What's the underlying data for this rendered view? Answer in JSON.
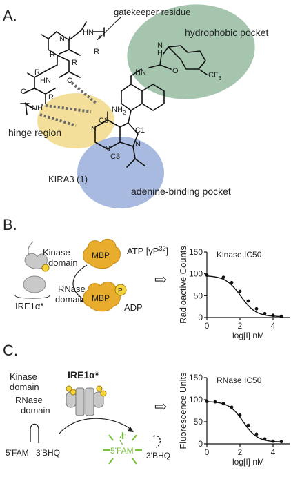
{
  "panel_a": {
    "label": "A.",
    "gatekeeper": "gatekeeper residue",
    "hydrophobic": "hydrophobic pocket",
    "hinge": "hinge region",
    "compound": "KIRA3 (1)",
    "adenine": "adenine-binding pocket",
    "atoms": {
      "hn_top": "HN",
      "r1": "R",
      "r2": "R",
      "nh_top": "NH",
      "r3": "R",
      "o1": "O",
      "hn_mid": "HN",
      "r4": "R",
      "r5": "R",
      "o2": "O",
      "nh_left": "NH",
      "nh2": "NH",
      "nh2_sub": "2",
      "c8": "C8",
      "c1": "C1",
      "c3": "C3",
      "n_ring1": "N",
      "n_ring2": "N",
      "n_ring3": "N",
      "amide_hn": "HN",
      "amide_nh": "N",
      "amide_h": "H",
      "amide_o": "O",
      "cf3": "CF",
      "cf3_sub": "3"
    },
    "colors": {
      "hydrophobic": "#8fb79b",
      "hinge": "#f2dc8e",
      "adenine": "#9fb2db"
    }
  },
  "panel_b": {
    "label": "B.",
    "kinase_domain": [
      "Kinase",
      "domain"
    ],
    "rnase_domain": [
      "RNase",
      "domain"
    ],
    "ire": "IRE1α*",
    "mbp": "MBP",
    "atp_prefix": "ATP [γP",
    "atp_sup": "32",
    "atp_suffix": "]",
    "adp": "ADP",
    "p": "P",
    "arrow_glyph": "⇨",
    "colors": {
      "mbp": "#e9ad2e",
      "phospho": "#f5d33a",
      "protein": "#c9c9c9"
    }
  },
  "panel_c": {
    "label": "C.",
    "kinase_domain": [
      "Kinase",
      "domain"
    ],
    "rnase_domain": [
      "RNase",
      "domain"
    ],
    "ire": "IRE1α*",
    "fam_left": "5'FAM",
    "bhq_left": "3'BHQ",
    "fam_center": "5'FAM",
    "bhq_right": "3'BHQ",
    "arrow_glyph": "⇨",
    "colors": {
      "fam": "#7bc043",
      "protein": "#c9c9c9",
      "phospho": "#f5d33a"
    }
  },
  "chart_data": [
    {
      "type": "line",
      "title": "Kinase IC50",
      "xlabel": "log[I] nM",
      "ylabel": "Radioactive Counts",
      "xlim": [
        0,
        5
      ],
      "ylim": [
        0,
        150
      ],
      "xticks": [
        "0",
        "2",
        "4"
      ],
      "xtick_values": [
        0,
        2,
        4
      ],
      "yticks": [
        "0",
        "50",
        "100",
        "150"
      ],
      "ytick_values": [
        0,
        50,
        100,
        150
      ],
      "points": {
        "x": [
          0,
          1,
          1.5,
          2,
          2.5,
          3,
          3.5,
          4,
          4.5
        ],
        "y": [
          97,
          92,
          80,
          60,
          38,
          20,
          9,
          5,
          3
        ]
      },
      "fit": {
        "top": 96,
        "bottom": 2,
        "log_ic50": 2.05,
        "hill": 0.95
      }
    },
    {
      "type": "line",
      "title": "RNase IC50",
      "xlabel": "log[I] nM",
      "ylabel": "Fluorescence Units",
      "xlim": [
        0,
        5
      ],
      "ylim": [
        0,
        150
      ],
      "xticks": [
        "0",
        "2",
        "4"
      ],
      "xtick_values": [
        0,
        2,
        4
      ],
      "yticks": [
        "0",
        "50",
        "100",
        "150"
      ],
      "ytick_values": [
        0,
        50,
        100,
        150
      ],
      "points": {
        "x": [
          0,
          0.5,
          1,
          1.5,
          2,
          2.5,
          3,
          3.5,
          4,
          4.5
        ],
        "y": [
          96,
          95,
          91,
          83,
          65,
          42,
          22,
          11,
          6,
          5
        ]
      },
      "fit": {
        "top": 96,
        "bottom": 4,
        "log_ic50": 2.2,
        "hill": 1.0
      }
    }
  ]
}
